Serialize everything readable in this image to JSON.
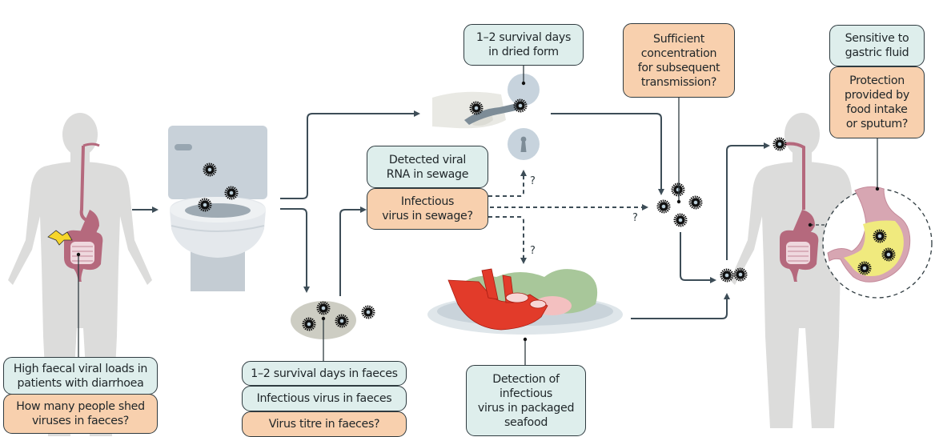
{
  "figure": {
    "subject": "Faecal-oral transmission pathways of virus",
    "colors": {
      "known_box": "#deeeec",
      "question_box": "#f8d0ae",
      "arrow": "#3d4d57",
      "body": "#dcdcdb",
      "gut": "#b5697d",
      "virus": "#111111"
    }
  },
  "source_patient": {
    "icons": [
      "human-body-icon",
      "intestine-icon",
      "lightning-icon"
    ],
    "known": "High faecal viral loads in\npatients with diarrhoea",
    "question": "How many people shed\nviruses in faeces?"
  },
  "toilet": {
    "icons": [
      "toilet-icon",
      "virus-particle-icon"
    ]
  },
  "faeces": {
    "icons": [
      "faeces-icon",
      "virus-particle-icon"
    ],
    "known_1": "1–2 survival days in faeces",
    "known_2": "Infectious virus in faeces",
    "question": "Virus titre in faeces?"
  },
  "surface": {
    "icons": [
      "hand-icon",
      "door-handle-icon",
      "keyhole-icon"
    ],
    "known": "1–2 survival days\nin dried form"
  },
  "sewage": {
    "known": "Detected viral\nRNA in sewage",
    "question": "Infectious\nvirus in sewage?",
    "uncertain_labels": [
      "?",
      "?",
      "?"
    ]
  },
  "seafood": {
    "icons": [
      "seafood-plate-icon",
      "shrimp-icon"
    ],
    "known": "Detection of\ninfectious\nvirus in packaged\nseafood"
  },
  "concentration": {
    "question": "Sufficient\nconcentration\nfor subsequent\ntransmission?"
  },
  "recipient": {
    "icons": [
      "human-body-icon",
      "stomach-icon",
      "virus-particle-icon"
    ],
    "known": "Sensitive to\ngastric fluid",
    "question": "Protection\nprovided by\nfood intake\nor sputum?"
  }
}
